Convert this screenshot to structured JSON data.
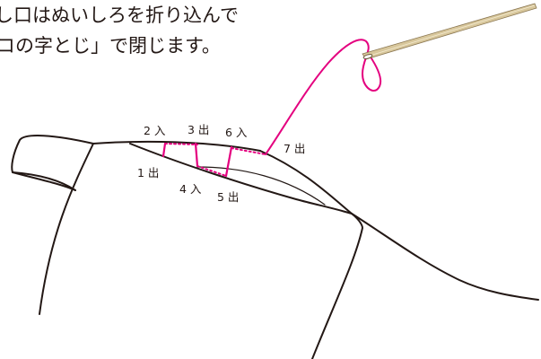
{
  "caption": {
    "line1": "し口はぬいしろを折り込んで",
    "line2": "コの字とじ」で閉じます。"
  },
  "steps": [
    {
      "id": "2",
      "label": "2 入"
    },
    {
      "id": "3",
      "label": "3 出"
    },
    {
      "id": "6",
      "label": "6 入"
    },
    {
      "id": "7",
      "label": "7 出"
    },
    {
      "id": "1",
      "label": "1 出"
    },
    {
      "id": "4",
      "label": "4 入"
    },
    {
      "id": "5",
      "label": "5 出"
    }
  ],
  "colors": {
    "outline": "#231815",
    "thread": "#e4007f",
    "needle": "#c9b98a",
    "text": "#231815"
  },
  "icons": {
    "needle": "sewing-needle-icon",
    "thread": "thread-icon"
  }
}
